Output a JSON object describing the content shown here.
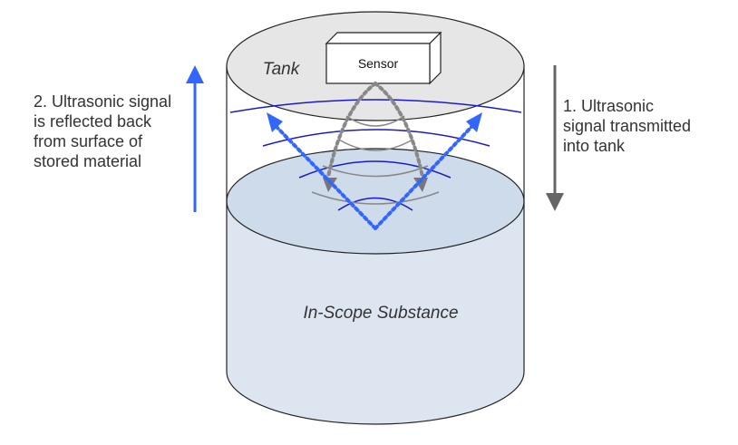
{
  "diagram": {
    "tank_label": "Tank",
    "sensor_label": "Sensor",
    "substance_label": "In-Scope Substance",
    "transmit_caption": [
      "1. Ultrasonic",
      "signal transmitted",
      "into tank"
    ],
    "reflect_caption": [
      "2. Ultrasonic signal",
      "is reflected back",
      "from surface of",
      "stored material"
    ]
  },
  "colors": {
    "transmit_arrow": "#666666",
    "reflect_arrow": "#3366ff",
    "wave_blue": "#1a1acc",
    "wave_gray": "#888888",
    "substance_fill": "#dde6f0",
    "substance_surface": "#cddbea",
    "tank_outline": "#222222"
  }
}
